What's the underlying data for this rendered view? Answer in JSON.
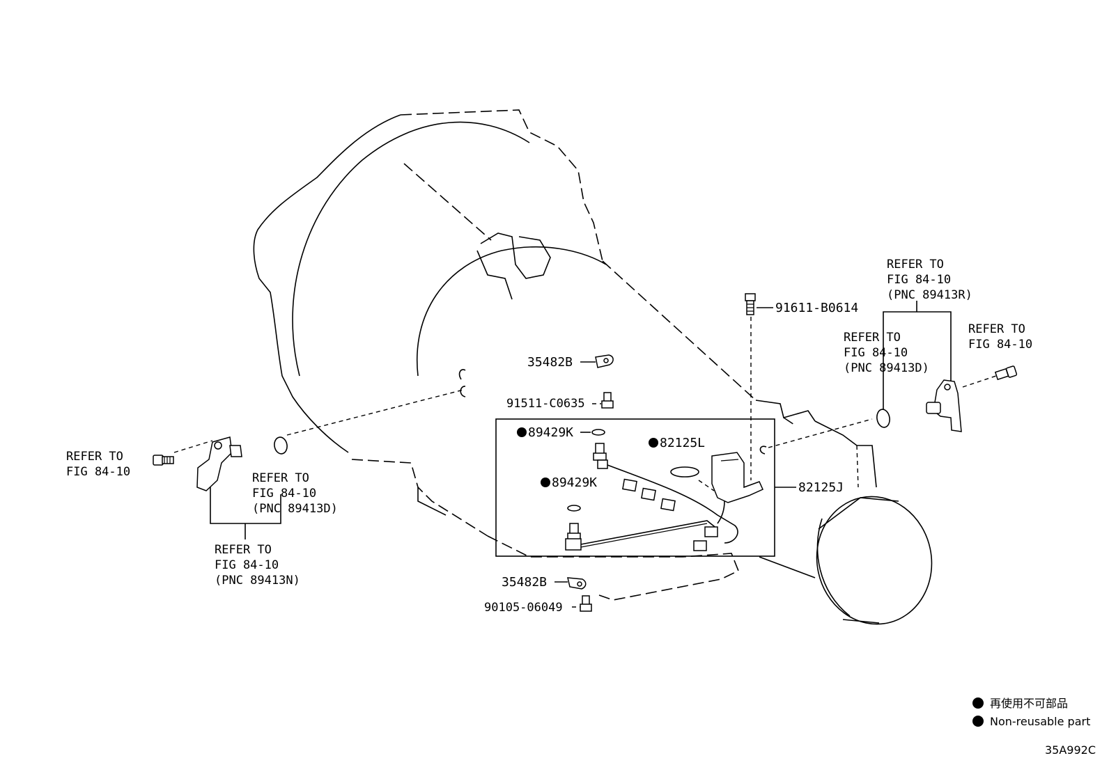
{
  "labels": {
    "p91611": "91611-B0614",
    "p35482b_top": "35482B",
    "p91511": "91511-C0635",
    "p89429k_1": "89429K",
    "p82125l": "82125L",
    "p89429k_2": "89429K",
    "p82125j": "82125J",
    "p35482b_bottom": "35482B",
    "p90105": "90105-06049"
  },
  "refer_left_bolt": [
    "REFER TO",
    "FIG 84-10"
  ],
  "refer_left_oring": [
    "REFER TO",
    "FIG 84-10",
    "(PNC 89413D)"
  ],
  "refer_left_sensor": [
    "REFER TO",
    "FIG 84-10",
    "(PNC 89413N)"
  ],
  "refer_right_sensor": [
    "REFER TO",
    "FIG 84-10",
    "(PNC 89413R)"
  ],
  "refer_right_oring": [
    "REFER TO",
    "FIG 84-10",
    "(PNC 89413D)"
  ],
  "refer_right_bolt": [
    "REFER TO",
    "FIG 84-10"
  ],
  "legend": {
    "jp": "再使用不可部品",
    "en": "Non-reusable part"
  },
  "diagram_code": "35A992C"
}
